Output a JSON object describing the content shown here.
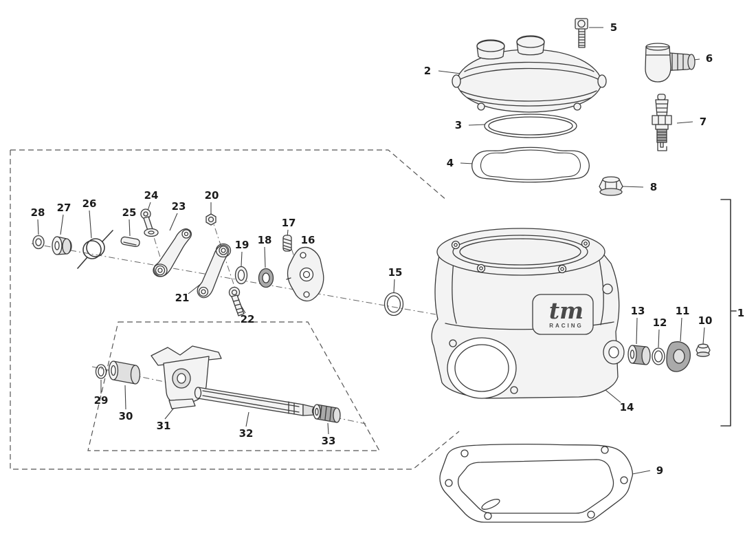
{
  "diagram": {
    "type": "exploded-parts-diagram",
    "subject": "Cylinder head assembly exploded view",
    "brand": {
      "logo": "tm",
      "sub": "RACING"
    },
    "colors": {
      "line": "#3a3a3a",
      "dashed_line": "#555555",
      "background": "#ffffff",
      "label_text": "#1b1b1b"
    },
    "callouts": [
      {
        "label": "1"
      },
      {
        "label": "2"
      },
      {
        "label": "3"
      },
      {
        "label": "4"
      },
      {
        "label": "5"
      },
      {
        "label": "6"
      },
      {
        "label": "7"
      },
      {
        "label": "8"
      },
      {
        "label": "9"
      },
      {
        "label": "10"
      },
      {
        "label": "11"
      },
      {
        "label": "12"
      },
      {
        "label": "13"
      },
      {
        "label": "14"
      },
      {
        "label": "15"
      },
      {
        "label": "16"
      },
      {
        "label": "17"
      },
      {
        "label": "18"
      },
      {
        "label": "19"
      },
      {
        "label": "20"
      },
      {
        "label": "21"
      },
      {
        "label": "22"
      },
      {
        "label": "23"
      },
      {
        "label": "24"
      },
      {
        "label": "25"
      },
      {
        "label": "26"
      },
      {
        "label": "27"
      },
      {
        "label": "28"
      },
      {
        "label": "29"
      },
      {
        "label": "30"
      },
      {
        "label": "31"
      },
      {
        "label": "32"
      },
      {
        "label": "33"
      }
    ]
  }
}
